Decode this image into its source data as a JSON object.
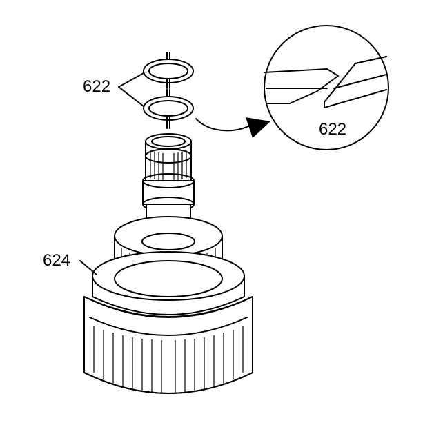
{
  "callouts": {
    "seal_rings": "622",
    "seal_rings_detail": "622",
    "input_housing": "624"
  }
}
